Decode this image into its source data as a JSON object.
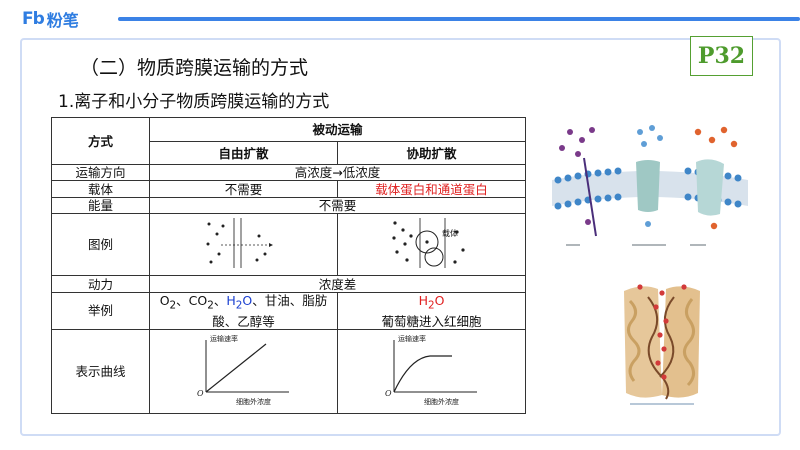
{
  "logo": {
    "mark": "Fb",
    "name": "粉笔"
  },
  "page_badge": "P32",
  "section_title": "（二）物质跨膜运输的方式",
  "subtitle": "1.离子和小分子物质跨膜运输的方式",
  "table": {
    "col_header": "方式",
    "group_header": "被动运输",
    "sub1": "自由扩散",
    "sub2": "协助扩散",
    "rows": {
      "direction": {
        "label": "运输方向",
        "value": "高浓度→低浓度"
      },
      "carrier": {
        "label": "载体",
        "free": "不需要",
        "assisted": "载体蛋白和通道蛋白"
      },
      "energy": {
        "label": "能量",
        "value": "不需要"
      },
      "diagram": {
        "label": "图例",
        "carrier_label": "载体"
      },
      "driving": {
        "label": "动力",
        "value": "浓度差"
      },
      "examples": {
        "label": "举例",
        "free_line1_a": "O",
        "free_line1_a_sub": "2",
        "free_line1_b": "、CO",
        "free_line1_b_sub": "2",
        "free_line1_c": "、",
        "free_line1_h": "H",
        "free_line1_h_sub": "2",
        "free_line1_o": "O",
        "free_line1_rest": "、甘油、脂肪",
        "free_line2": "酸、乙醇等",
        "assisted_h": "H",
        "assisted_h_sub": "2",
        "assisted_o": "O",
        "assisted_line2": "葡萄糖进入红细胞"
      },
      "curve": {
        "label": "表示曲线",
        "free_ylabel": "运输速率",
        "free_xlabel": "细胞外浓度",
        "assisted_ylabel": "运输速率",
        "assisted_xlabel": "细胞外浓度",
        "origin": "O"
      }
    }
  },
  "images": {
    "membrane": "膜转运示意图",
    "channel": "水通道蛋白结构模式图"
  },
  "colors": {
    "accent": "#3b82e6",
    "red": "#e02020",
    "blue": "#1a3fd0",
    "badge": "#4e9b2d"
  }
}
